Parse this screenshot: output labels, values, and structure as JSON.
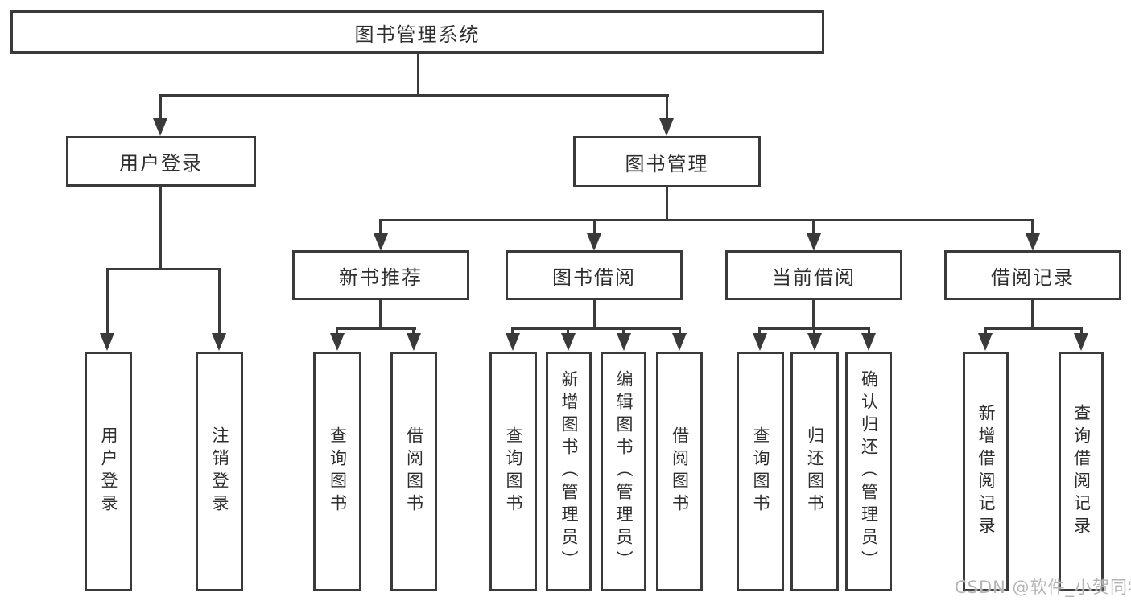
{
  "tree": {
    "root": "图书管理系统",
    "level2": [
      {
        "label": "用户登录",
        "children": [
          "用户登录",
          "注销登录"
        ]
      },
      {
        "label": "图书管理"
      }
    ],
    "level3": [
      {
        "label": "新书推荐",
        "children": [
          "查询图书",
          "借阅图书"
        ]
      },
      {
        "label": "图书借阅",
        "children": [
          "查询图书",
          "新增图书（管理员）",
          "编辑图书（管理员）",
          "借阅图书"
        ]
      },
      {
        "label": "当前借阅",
        "children": [
          "查询图书",
          "归还图书",
          "确认归还（管理员）"
        ]
      },
      {
        "label": "借阅记录",
        "children": [
          "新增借阅记录",
          "查询借阅记录"
        ]
      }
    ]
  },
  "watermark": {
    "text": "CSDN @软件_小贺同学"
  },
  "colors": {
    "line": "#3a3a3a",
    "text": "#2e2e2e",
    "watermark": "#b4b4b4",
    "background": "#ffffff"
  }
}
